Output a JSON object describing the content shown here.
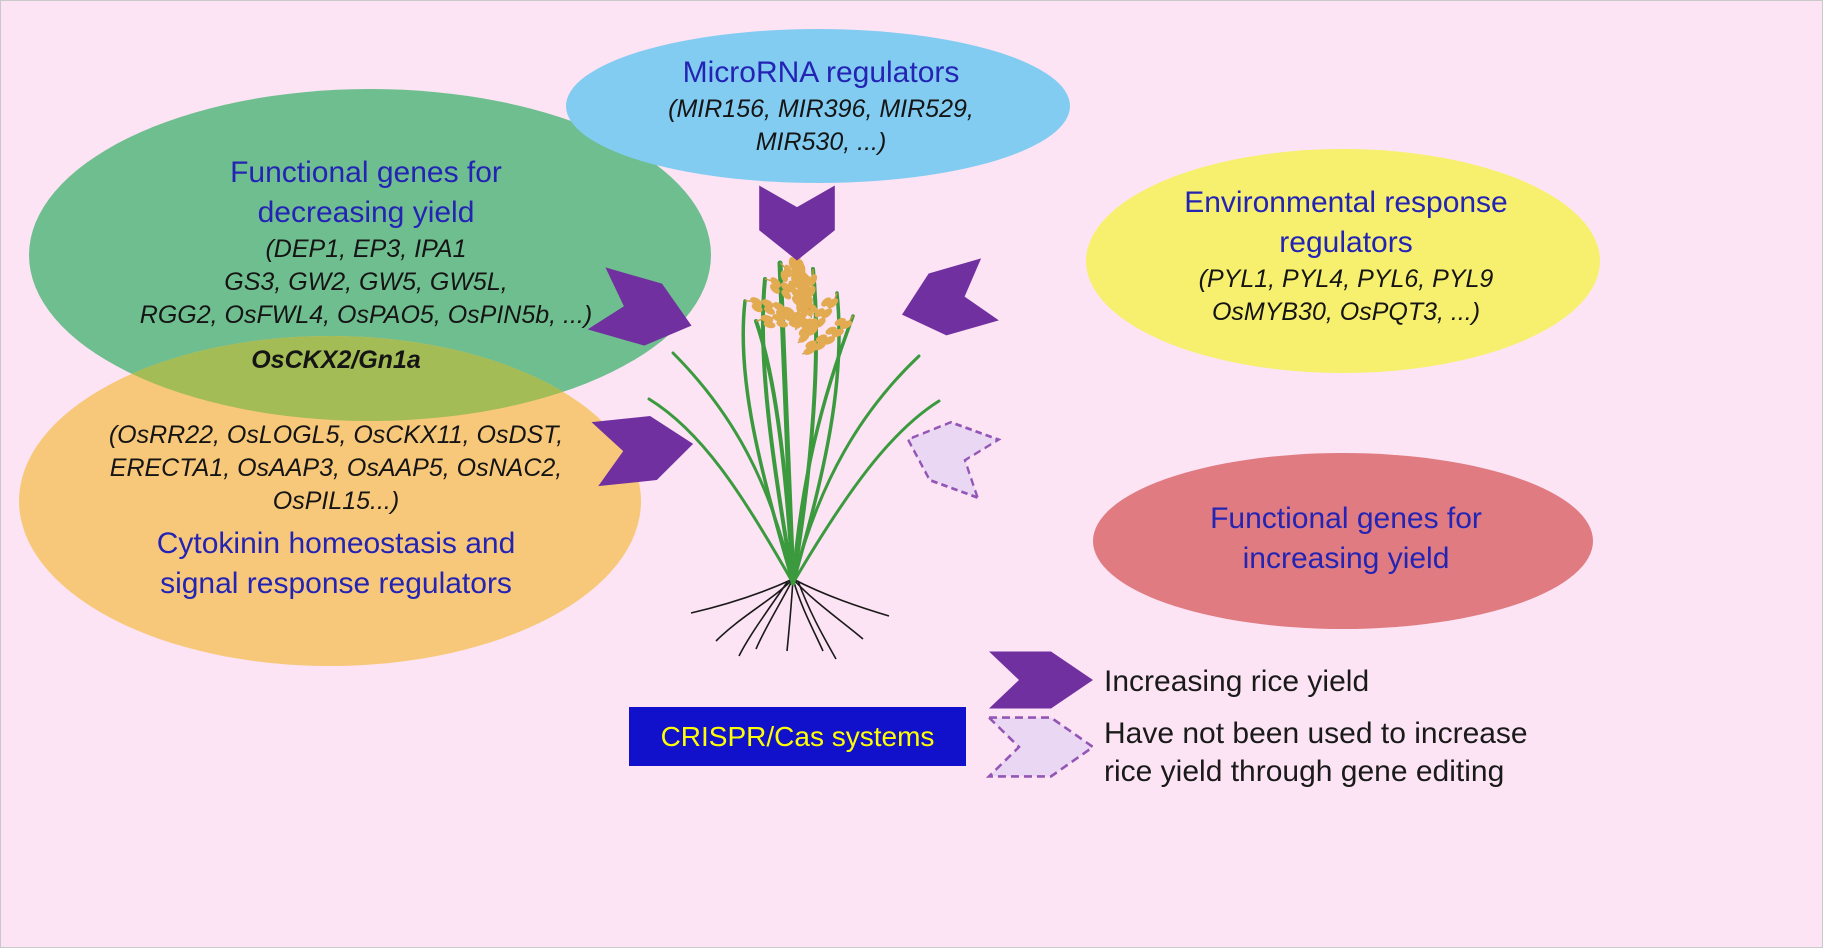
{
  "bubbles": {
    "microrna": {
      "title": "MicroRNA regulators",
      "genes": [
        "(MIR156, MIR396, MIR529,",
        "MIR530, ...)"
      ]
    },
    "decreasing": {
      "title": [
        "Functional genes for",
        "decreasing yield"
      ],
      "genes": [
        "(DEP1, EP3, IPA1",
        "GS3, GW2, GW5, GW5L,",
        "RGG2, OsFWL4, OsPAO5, OsPIN5b, ...)"
      ]
    },
    "overlap_label": "OsCKX2/Gn1a",
    "cytokinin": {
      "genes": [
        "(OsRR22, OsLOGL5, OsCKX11, OsDST,",
        "ERECTA1, OsAAP3, OsAAP5, OsNAC2,",
        "OsPIL15...)"
      ],
      "title": [
        "Cytokinin homeostasis and",
        "signal response regulators"
      ]
    },
    "environmental": {
      "title": [
        "Environmental response",
        "regulators"
      ],
      "genes": [
        "(PYL1, PYL4, PYL6, PYL9",
        "OsMYB30, OsPQT3, ...)"
      ]
    },
    "increasing": {
      "title": [
        "Functional genes for",
        "increasing yield"
      ]
    }
  },
  "crispr_box": {
    "label": "CRISPR/Cas systems"
  },
  "legend": {
    "solid_label": "Increasing rice yield",
    "dashed_label": [
      "Have not been used to increase",
      "rice yield through gene editing"
    ]
  },
  "colors": {
    "background": "#fce4f4",
    "green_ellipse": "#6fbe8f",
    "orange_ellipse": "#f8c87a",
    "overlap_ellipse": "#a3bc55",
    "blue_ellipse": "#82ccf1",
    "yellow_ellipse": "#f7f06e",
    "red_ellipse": "#df7b81",
    "solid_arrow": "#7030a0",
    "dashed_arrow_fill": "#e9d7f3",
    "dashed_arrow_stroke": "#9456b5",
    "crispr_bg": "#1111cc",
    "crispr_text": "#ffff00",
    "title_text": "#2424b4"
  }
}
